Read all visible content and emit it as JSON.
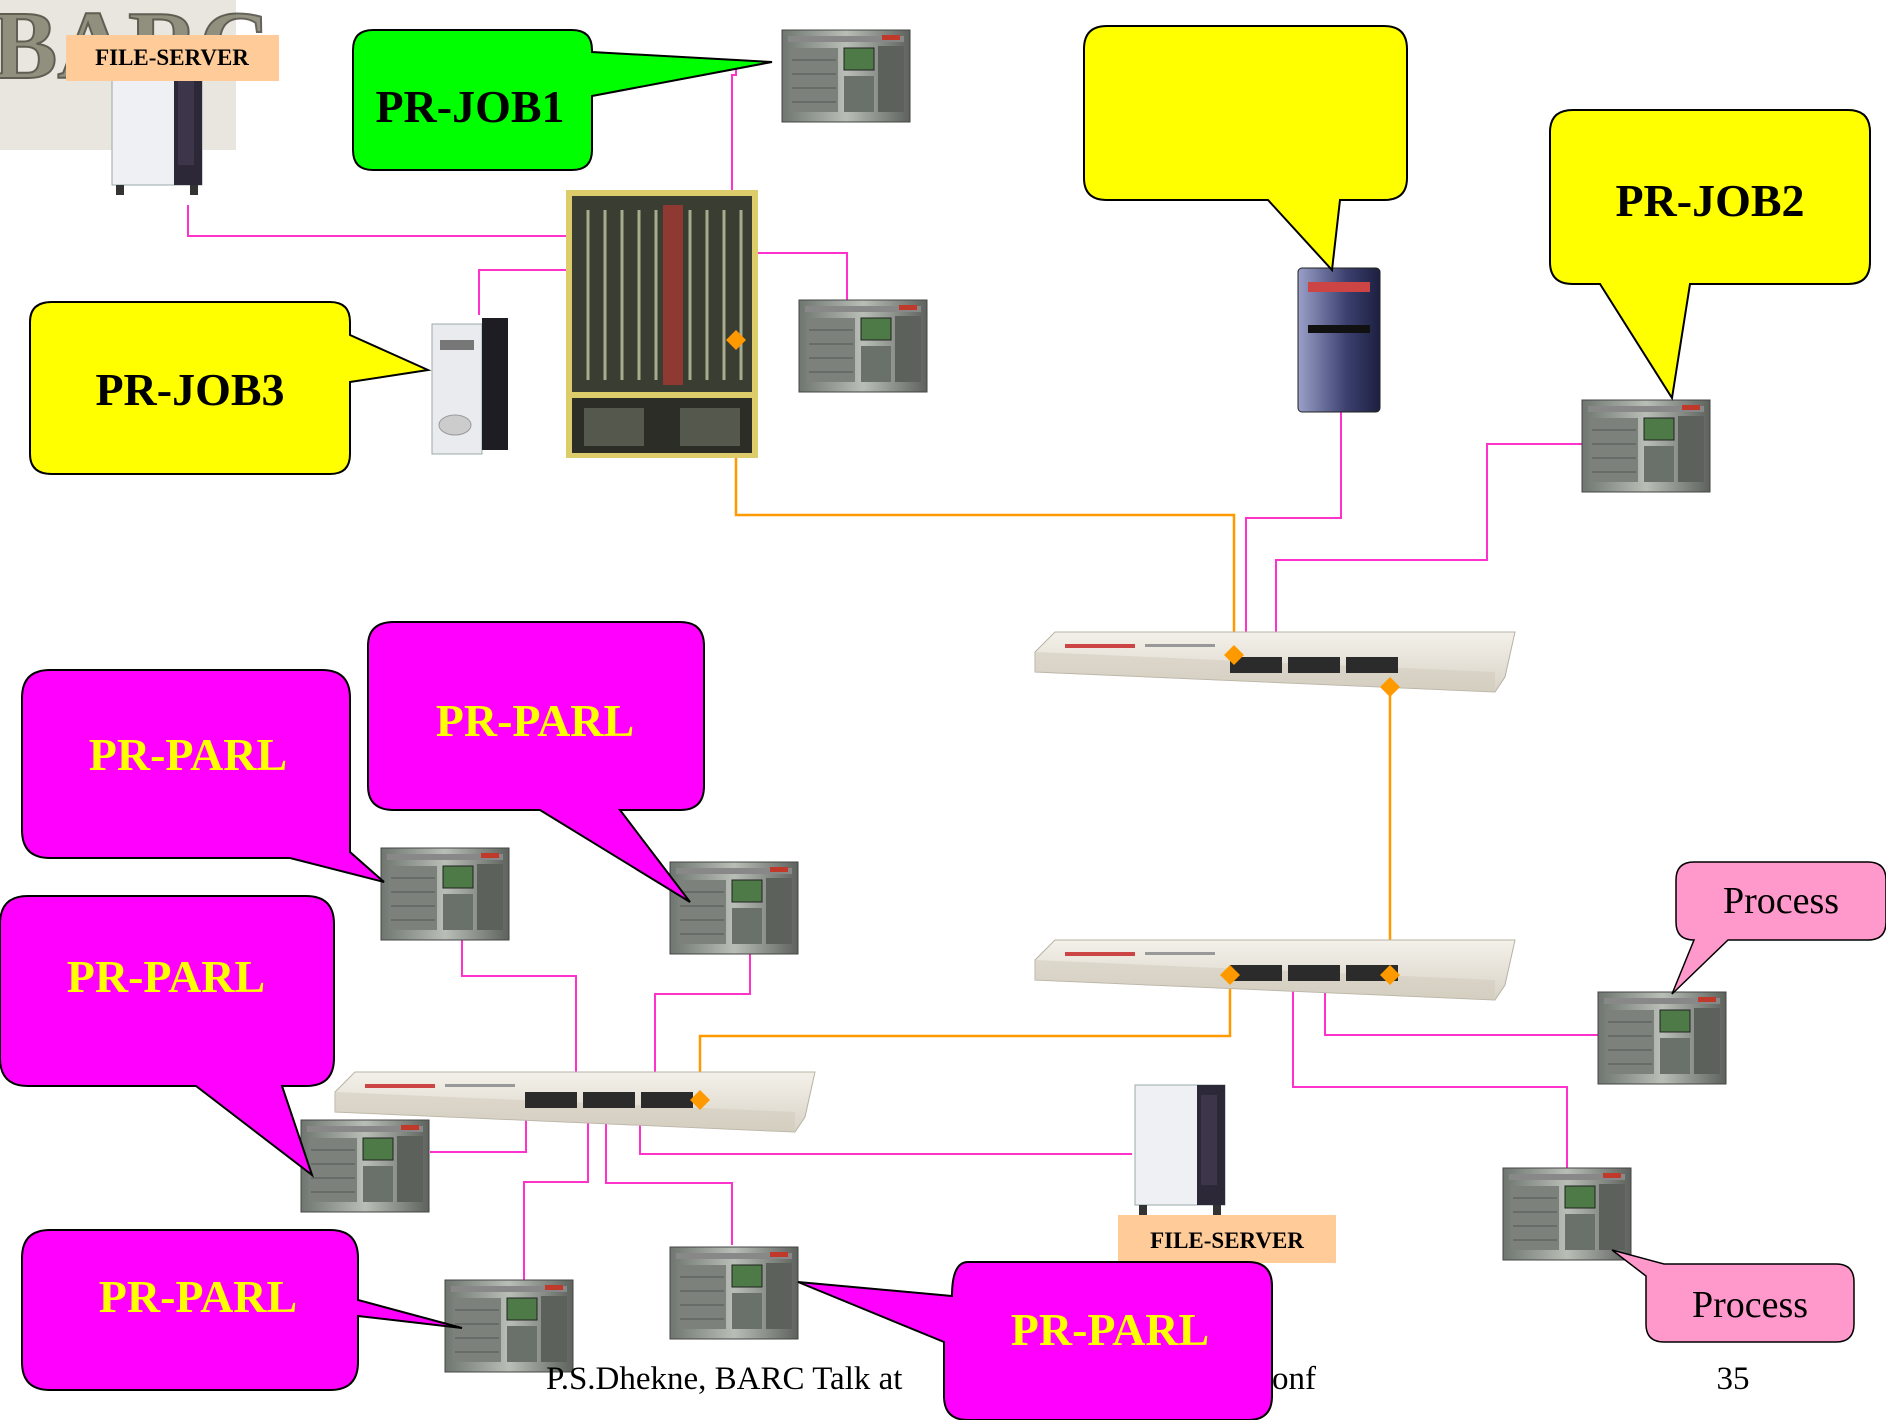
{
  "slide": {
    "footer_text": "P.S.Dhekne, BARC Talk at",
    "footer_tail": "onf",
    "page_number": "35",
    "logo_text": "BARC"
  },
  "labels": {
    "file_server_top": "FILE-SERVER",
    "file_server_bottom": "FILE-SERVER"
  },
  "callouts": {
    "job1": "PR-JOB1",
    "job2": "PR-JOB2",
    "job3": "PR-JOB3",
    "blank": "",
    "parl_a": "PR-PARL",
    "parl_b": "PR-PARL",
    "parl_c": "PR-PARL",
    "parl_d": "PR-PARL",
    "parl_e": "PR-PARL",
    "process_top": "Process",
    "process_bottom": "Process"
  },
  "colors": {
    "green": "#00ff00",
    "yellow": "#ffff00",
    "magenta": "#ff00ff",
    "pink": "#ff99cc",
    "peach": "#ffcc99",
    "link_magenta": "#ff33cc",
    "link_orange": "#ff9900",
    "parl_text": "#ffff00"
  }
}
